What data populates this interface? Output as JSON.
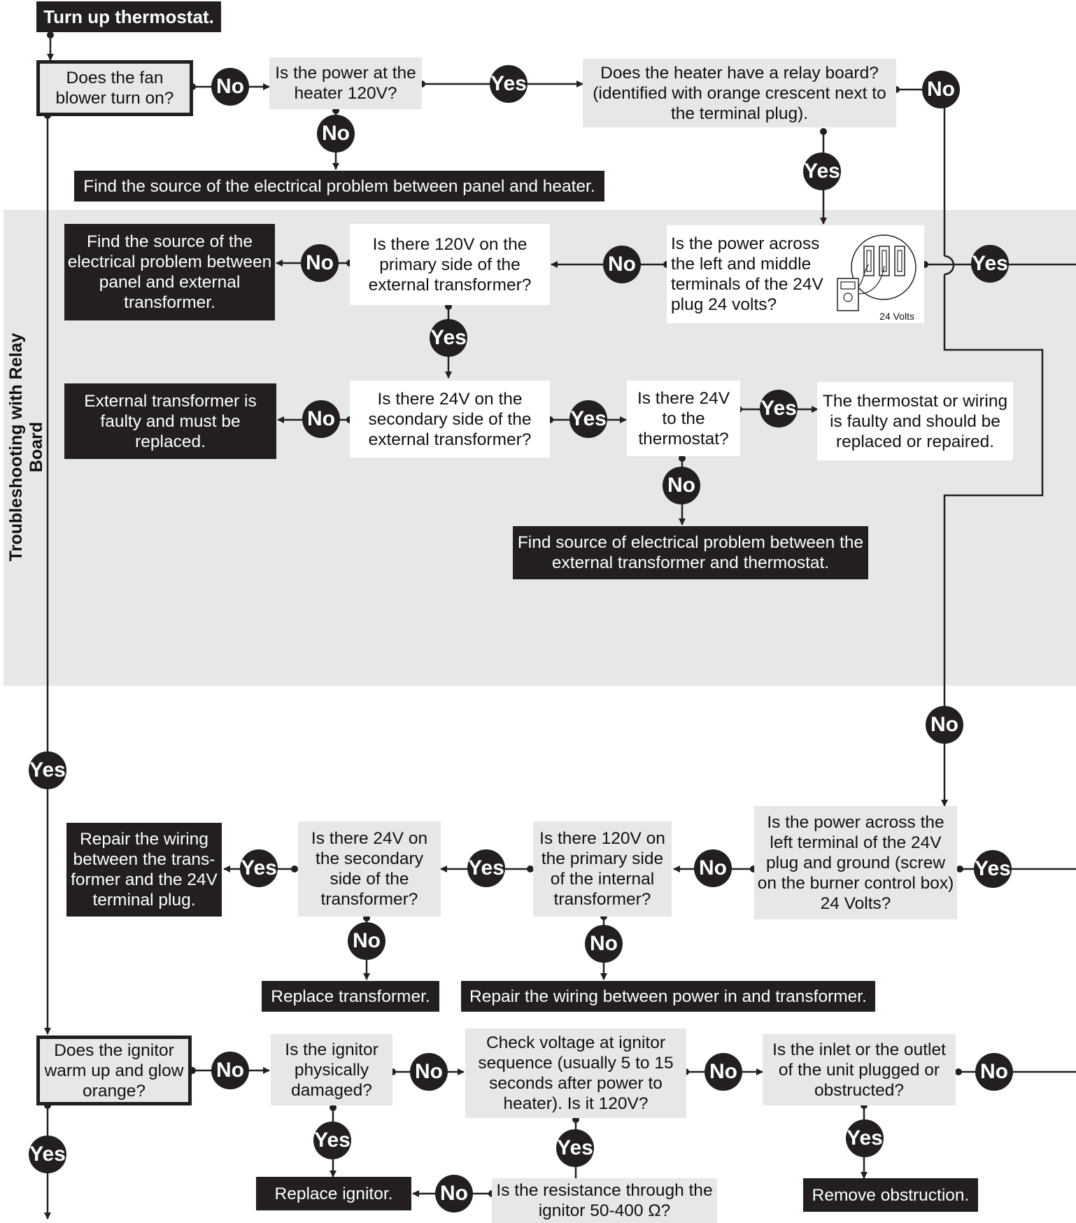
{
  "region_label": "Troubleshooting with Relay Board",
  "meter_label": "24 Volts",
  "answers": {
    "yes": "Yes",
    "no": "No"
  },
  "nodes": {
    "start": "Turn up thermostat.",
    "fan": "Does the fan blower turn on?",
    "power120": "Is the power at the heater 120V?",
    "relay": "Does the heater have a relay board? (identified with orange crescent next to the terminal plug).",
    "find_panel_heater": "Find the source of the electrical problem between panel and heater.",
    "plug24": "Is the power across the left and middle terminals of the 24V plug 24 volts?",
    "primary120_ext": "Is there 120V on the primary side of the external transformer?",
    "find_panel_ext": "Find the source of the electrical problem between panel and external transformer.",
    "secondary24_ext": "Is there 24V on the secondary side of the external transformer?",
    "ext_faulty": "External transformer is faulty and must be replaced.",
    "thermostat24": "Is there 24V to the thermostat?",
    "thermostat_faulty": "The thermostat or wiring is faulty and should be replaced or repaired.",
    "find_ext_thermo": "Find source of electrical problem between the external transformer and thermostat.",
    "left_ground": "Is the power across the left terminal of  the 24V plug and ground (screw on the burner control box) 24 Volts?",
    "primary120_int": "Is there 120V on the primary side of the internal transformer?",
    "secondary24": "Is there 24V on the secondary side of the transformer?",
    "repair_wiring_plug": "Repair the wiring between the trans-former and the 24V terminal plug.",
    "replace_transformer": "Replace transformer.",
    "repair_power_transformer": "Repair the wiring between power in and transformer.",
    "ignitor_glow": "Does the ignitor warm up and glow orange?",
    "ignitor_damaged": "Is the ignitor physically damaged?",
    "check_voltage": "Check voltage at ignitor sequence (usually 5 to 15 seconds after power to heater). Is it 120V?",
    "inlet_outlet": "Is the inlet or the outlet of the unit plugged or obstructed?",
    "replace_ignitor": "Replace ignitor.",
    "resistance": "Is the resistance through the ignitor 50-400 Ω?",
    "remove_obstruction": "Remove obstruction."
  }
}
